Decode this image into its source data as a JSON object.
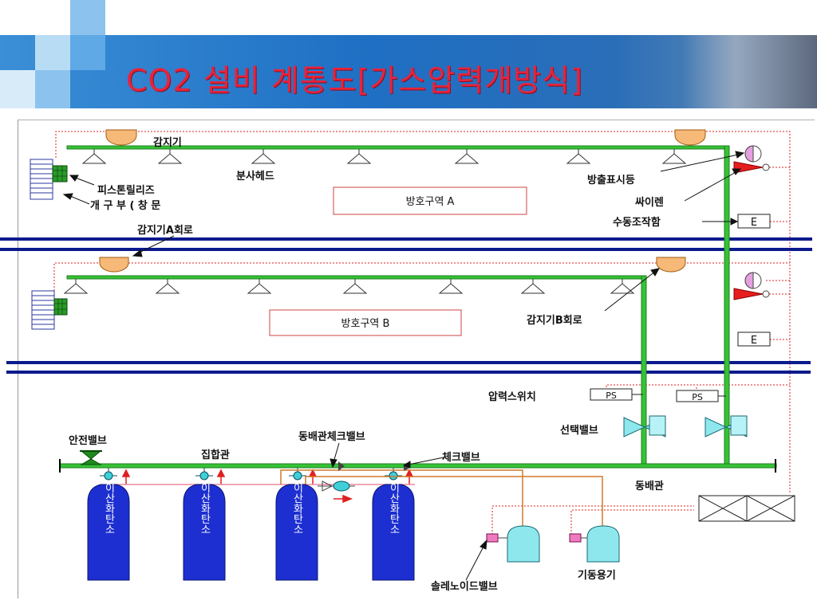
{
  "title": "CO2 설비 계통도[가스압력개방식]",
  "labels": {
    "detector": "감지기",
    "spray_head": "분사헤드",
    "piston_release": "피스톤릴리즈",
    "opening": "개 구 부 ( 창 문",
    "zone_a": "방호구역 A",
    "zone_b": "방호구역 B",
    "discharge_lamp": "방출표시등",
    "siren": "싸이렌",
    "manual_box": "수동조작함",
    "manual_box_mark": "E",
    "detector_a_circuit": "감지기A회로",
    "detector_b_circuit": "감지기B회로",
    "pressure_switch": "압력스위치",
    "ps": "PS",
    "selector_valve": "선택밸브",
    "safety_valve": "안전밸브",
    "manifold": "집합관",
    "conduit_check_valve": "동배관체크밸브",
    "check_valve": "체크밸브",
    "conduit": "동배관",
    "cylinder": "이산화탄소",
    "solenoid_valve": "솔레노이드밸브",
    "starter_vessel": "기동용기"
  }
}
